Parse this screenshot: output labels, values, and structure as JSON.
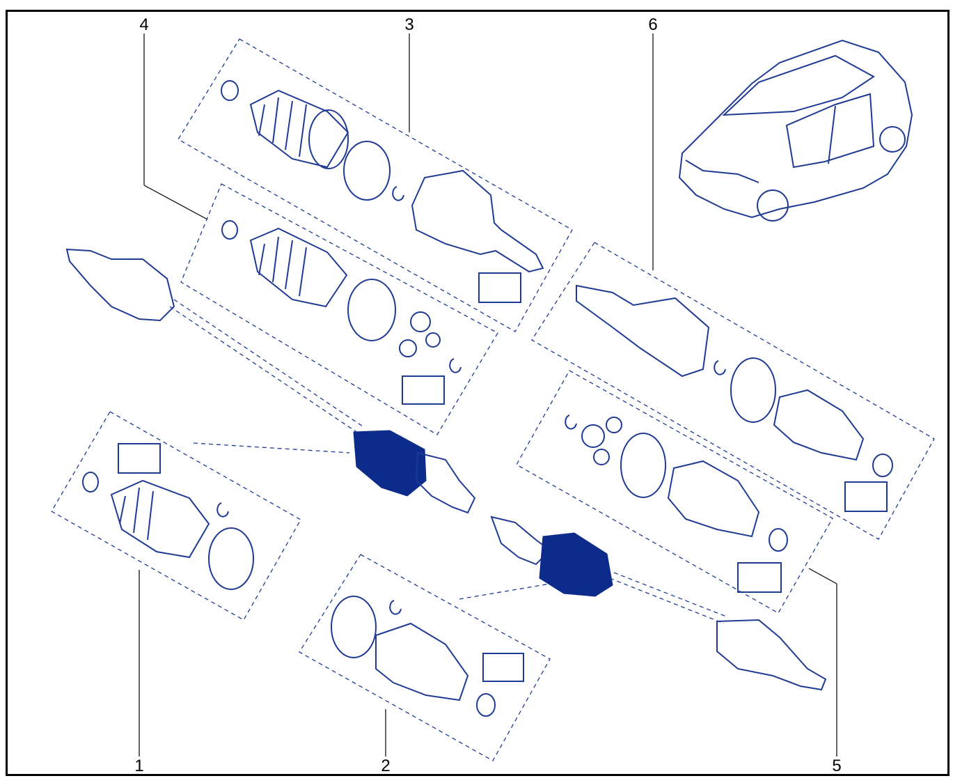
{
  "callouts": {
    "c1": "1",
    "c2": "2",
    "c3": "3",
    "c4": "4",
    "c5": "5",
    "c6": "6"
  },
  "colors": {
    "line": "#1f3a93",
    "fill": "#0d2b8a",
    "frame": "#000000"
  },
  "icons": [
    "vehicle-illustration",
    "cv-joint-boot",
    "tripod-joint",
    "grease-packet",
    "drive-shaft"
  ]
}
